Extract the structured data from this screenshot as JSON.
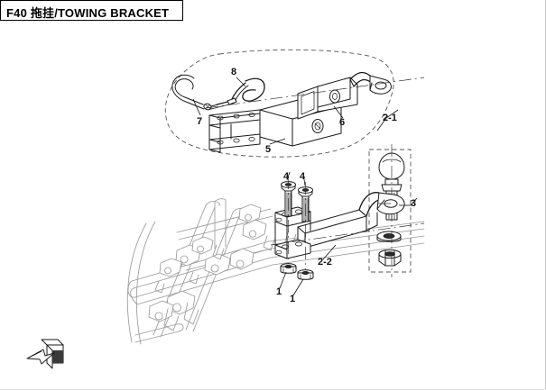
{
  "page": {
    "title": "F40 拖挂/TOWING BRACKET",
    "title_code": "F40",
    "title_cn": "拖挂",
    "title_en": "TOWING BRACKET",
    "background_color": "#ffffff",
    "line_color": "#1a1a1a",
    "ghost_color": "#9a9a9a",
    "dashed_color": "#555555"
  },
  "callouts": {
    "n1a": "1",
    "n1b": "1",
    "n2_1": "2-1",
    "n2_2": "2-2",
    "n3": "3",
    "n4a": "4",
    "n4b": "4",
    "n5": "5",
    "n6": "6",
    "n7": "7",
    "n8": "8"
  },
  "parts": [
    {
      "ref": "1",
      "name": "flange-nut",
      "qty": 2,
      "group": "main"
    },
    {
      "ref": "2-1",
      "name": "hitch-receiver-assembly",
      "qty": 1,
      "group": "subassembly"
    },
    {
      "ref": "2-2",
      "name": "towing-bracket",
      "qty": 1,
      "group": "main"
    },
    {
      "ref": "3",
      "name": "tow-ball-assembly",
      "qty": 1,
      "group": "subassembly"
    },
    {
      "ref": "4",
      "name": "flange-bolt",
      "qty": 2,
      "group": "main"
    },
    {
      "ref": "5",
      "name": "receiver-housing",
      "qty": 1,
      "group": "2-1"
    },
    {
      "ref": "6",
      "name": "drawbar-tongue",
      "qty": 1,
      "group": "2-1"
    },
    {
      "ref": "7",
      "name": "hitch-pin",
      "qty": 1,
      "group": "2-1"
    },
    {
      "ref": "8",
      "name": "r-clip-cotter-pin",
      "qty": 1,
      "group": "2-1"
    }
  ],
  "view_indicator": {
    "name": "view-direction-arrow",
    "position": "bottom-left"
  }
}
